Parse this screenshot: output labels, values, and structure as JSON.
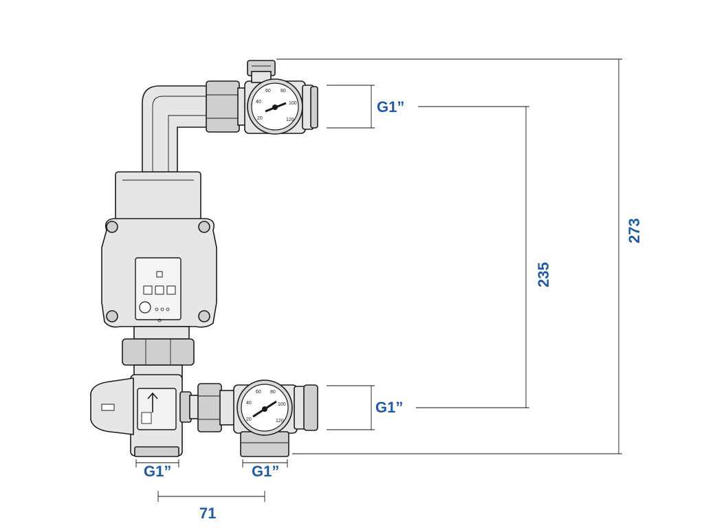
{
  "dimensions": {
    "top_port": "G1”",
    "bottom_port": "G1”",
    "left_bottom": "G1”",
    "right_bottom": "G1”",
    "spacing": "71",
    "height_inner": "235",
    "height_total": "273"
  },
  "gauge_scale": [
    "20",
    "40",
    "60",
    "80",
    "100",
    "120"
  ],
  "colors": {
    "dimension_text": "#1f5aa6",
    "outline": "#1a1a1a",
    "fill": "#e6e6e6"
  }
}
